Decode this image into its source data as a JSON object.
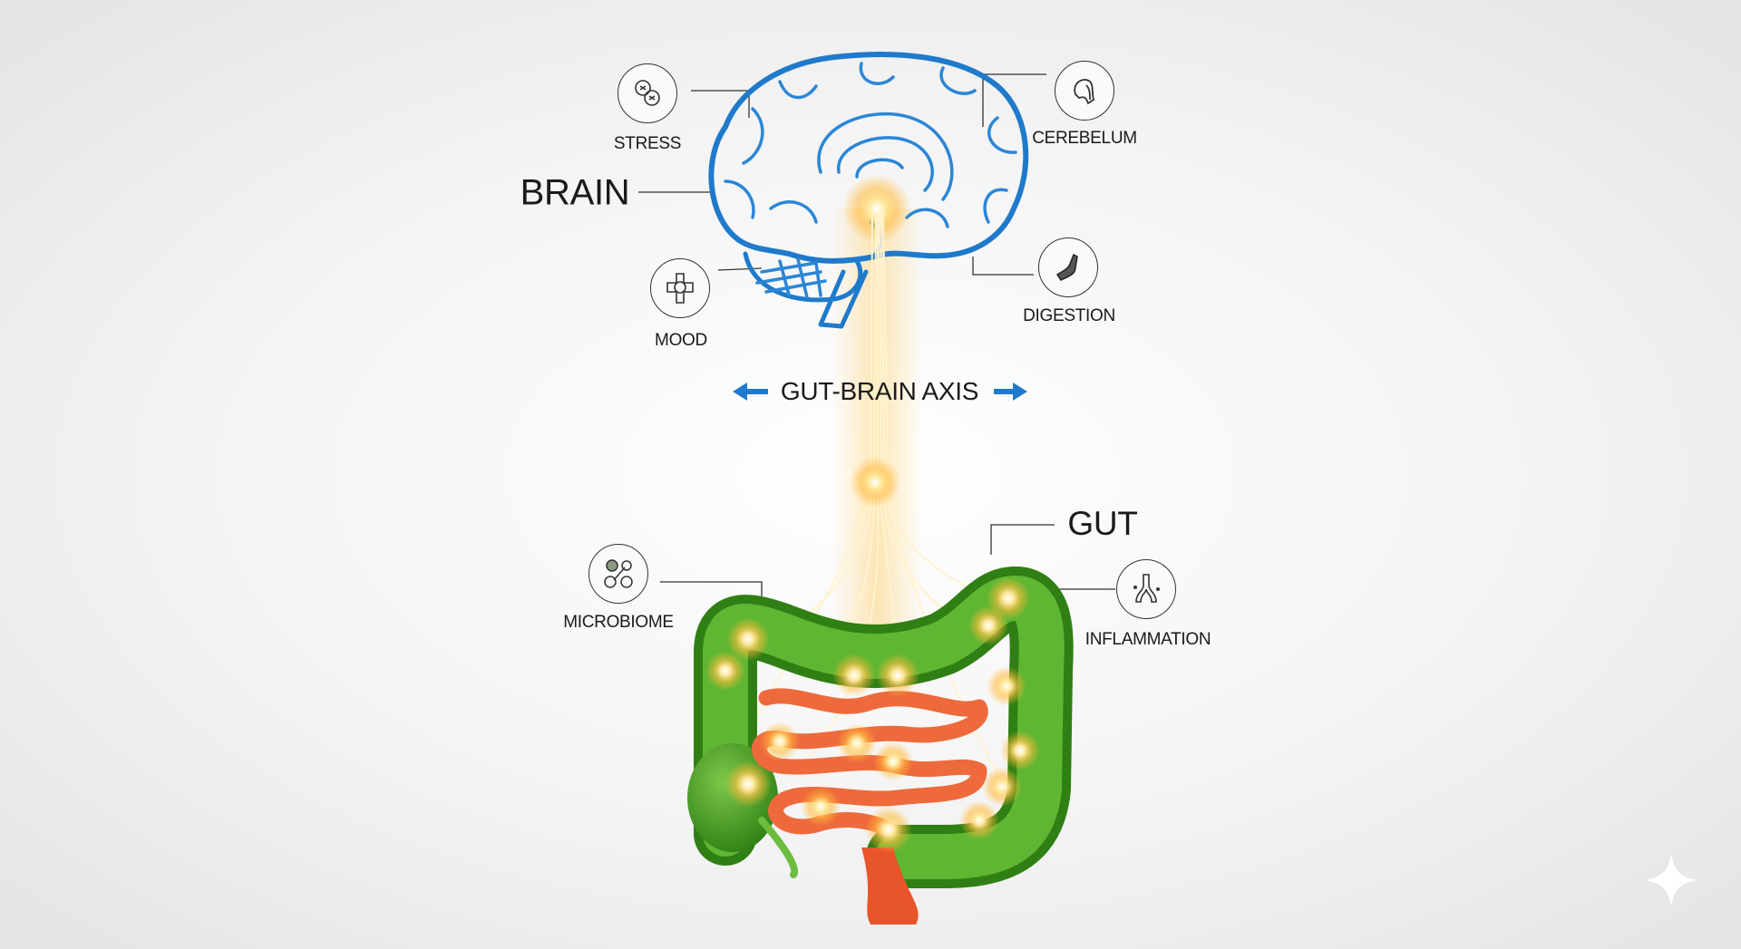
{
  "brain": {
    "title": "BRAIN",
    "labels": {
      "stress": "STRESS",
      "mood": "MOOD",
      "cerebelum": "CEREBELUM",
      "digestion": "DIGESTION"
    }
  },
  "axis": {
    "label": "GUT-BRAIN AXIS"
  },
  "gut": {
    "title": "GUT",
    "labels": {
      "microbiome": "MICROBIOME",
      "inflammation": "INFLAMMATION"
    }
  },
  "colors": {
    "brain": "#1f7acb",
    "colon": "#3f9a1e",
    "intestine": "#ee6a3c",
    "glow": "#ffc24a",
    "arrow": "#1f7acb"
  }
}
